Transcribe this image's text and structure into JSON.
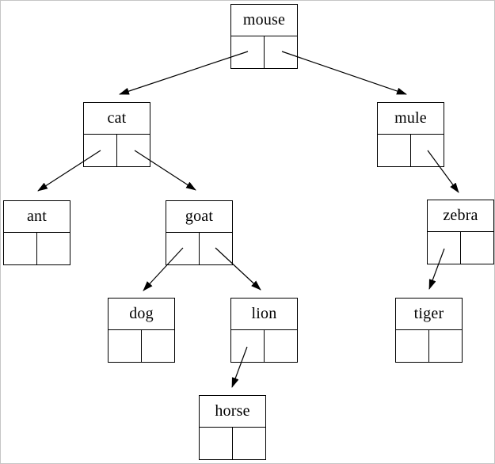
{
  "diagram": {
    "kind": "binary-tree-node-diagram",
    "root": "mouse"
  },
  "nodes": {
    "mouse": {
      "label": "mouse",
      "left": "cat",
      "right": "mule"
    },
    "cat": {
      "label": "cat",
      "left": "ant",
      "right": "goat"
    },
    "mule": {
      "label": "mule",
      "left": null,
      "right": "zebra"
    },
    "ant": {
      "label": "ant",
      "left": null,
      "right": null
    },
    "goat": {
      "label": "goat",
      "left": "dog",
      "right": "lion"
    },
    "zebra": {
      "label": "zebra",
      "left": "tiger",
      "right": null
    },
    "dog": {
      "label": "dog",
      "left": null,
      "right": null
    },
    "lion": {
      "label": "lion",
      "left": "horse",
      "right": null
    },
    "tiger": {
      "label": "tiger",
      "left": null,
      "right": null
    },
    "horse": {
      "label": "horse",
      "left": null,
      "right": null
    }
  },
  "edges": [
    {
      "parent": "mouse",
      "pointer": "left",
      "child": "cat"
    },
    {
      "parent": "mouse",
      "pointer": "right",
      "child": "mule"
    },
    {
      "parent": "cat",
      "pointer": "left",
      "child": "ant"
    },
    {
      "parent": "cat",
      "pointer": "right",
      "child": "goat"
    },
    {
      "parent": "goat",
      "pointer": "left",
      "child": "dog"
    },
    {
      "parent": "goat",
      "pointer": "right",
      "child": "lion"
    },
    {
      "parent": "mule",
      "pointer": "right",
      "child": "zebra"
    },
    {
      "parent": "zebra",
      "pointer": "left",
      "child": "tiger"
    },
    {
      "parent": "lion",
      "pointer": "left",
      "child": "horse"
    }
  ],
  "colors": {
    "line": "#000000",
    "text": "#000000",
    "background": "#ffffff",
    "frame_border": "#c6c6c6"
  }
}
